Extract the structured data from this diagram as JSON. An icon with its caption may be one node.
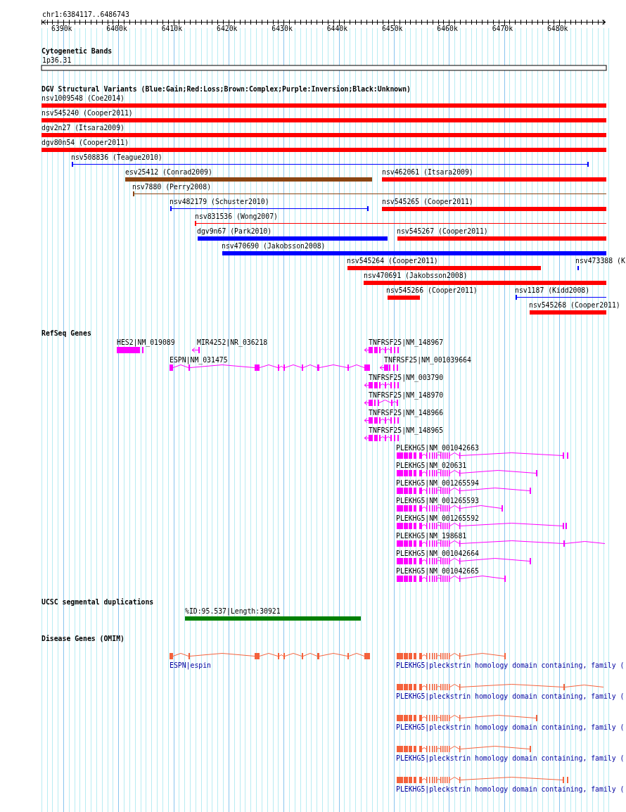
{
  "diagram": {
    "labels": [
      "chr1:6384117..6486743",
      "6390k",
      "6400k",
      "6410k",
      "6420k",
      "6430k",
      "6440k",
      "6450k",
      "6460k",
      "6470k",
      "6480k",
      "Cytogenetic Bands",
      "1p36.31",
      "DGV Structural Variants (Blue:Gain;Red:Loss;Brown:Complex;Purple:Inversion;Black:Unknown)",
      "nsv1009548 (Coe2014)",
      "nsv545240 (Cooper2011)",
      "dgv2n27 (Itsara2009)",
      "dgv80n54 (Cooper2011)",
      "nsv508836 (Teague2010)",
      "esv25412 (Conrad2009)",
      "nsv462061 (Itsara2009)",
      "nsv7880 (Perry2008)",
      "nsv482179 (Schuster2010)",
      "nsv545265 (Cooper2011)",
      "nsv831536 (Wong2007)",
      "dgv9n67 (Park2010)",
      "nsv545267 (Cooper2011)",
      "nsv470690 (Jakobsson2008)",
      "nsv545264 (Cooper2011)",
      "nsv473388 (K",
      "nsv470691 (Jakobsson2008)",
      "nsv545266 (Cooper2011)",
      "nsv1187 (Kidd2008)",
      "nsv545268 (Cooper2011)",
      "RefSeq Genes",
      "HES2|NM_019089",
      "MIR4252|NR_036218",
      "TNFRSF25|NM_148967",
      "ESPN|NM_031475",
      "TNFRSF25|NM_001039664",
      "TNFRSF25|NM_003790",
      "TNFRSF25|NM_148970",
      "TNFRSF25|NM_148966",
      "TNFRSF25|NM_148965",
      "PLEKHG5|NM_001042663",
      "PLEKHG5|NM_020631",
      "PLEKHG5|NM_001265594",
      "PLEKHG5|NM_001265593",
      "PLEKHG5|NM_001265592",
      "PLEKHG5|NM_198681",
      "PLEKHG5|NM_001042664",
      "PLEKHG5|NM_001042665",
      "UCSC segmental duplications",
      "%ID:95.537|Length:30921",
      "Disease Genes (OMIM)",
      "ESPN|espin",
      "PLEKHG5|pleckstrin homology domain containing, family (",
      "PLEKHG5|pleckstrin homology domain containing, family (",
      "PLEKHG5|pleckstrin homology domain containing, family (",
      "PLEKHG5|pleckstrin homology domain containing, family (",
      "PLEKHG5|pleckstrin homology domain containing, family ("
    ]
  }
}
